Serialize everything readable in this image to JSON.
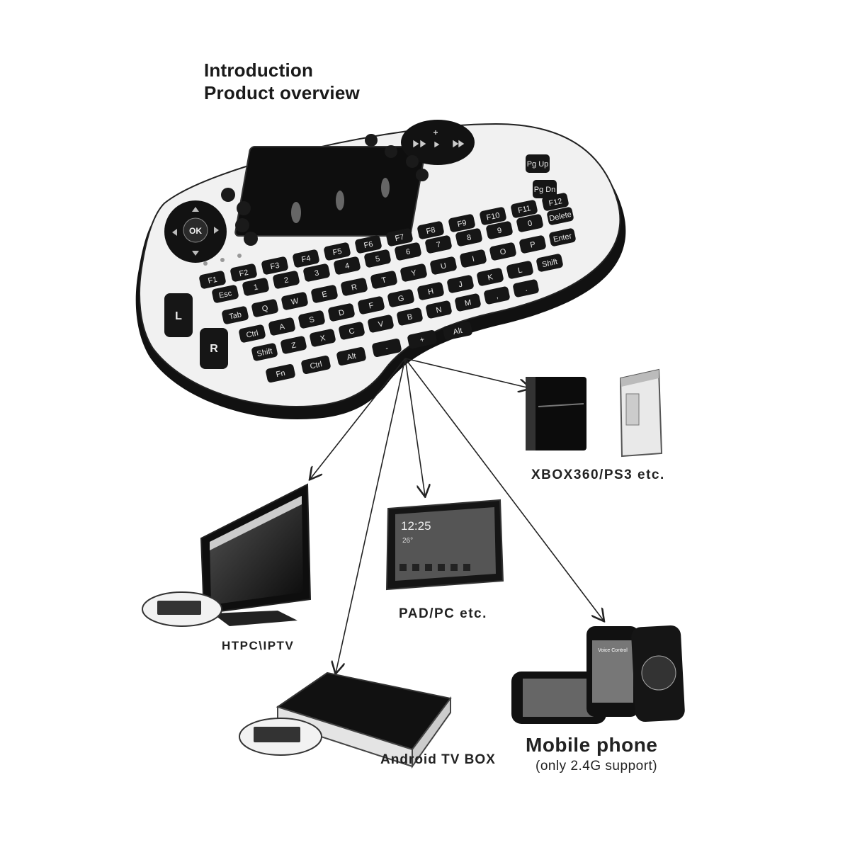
{
  "headings": {
    "introduction": "Introduction",
    "product_overview": "Product overview"
  },
  "devices": {
    "console": {
      "caption": "XBOX360/PS3 etc."
    },
    "htpc": {
      "caption": "HTPC\\IPTV"
    },
    "pad": {
      "caption": "PAD/PC etc.",
      "screen_time": "12:25",
      "screen_temp": "26°"
    },
    "tvbox": {
      "caption": "Android TV BOX"
    },
    "mobile": {
      "caption": "Mobile phone",
      "note": "(only 2.4G support)",
      "phone_app": "Voice Control"
    }
  },
  "keyboard": {
    "side_keys": [
      "L",
      "R"
    ],
    "ok_label": "OK",
    "row_labels": {
      "row1": [
        "F1",
        "F2",
        "F3",
        "F4",
        "F5",
        "F6",
        "F7",
        "F8",
        "F9",
        "F10",
        "F11",
        "F12"
      ],
      "row2": [
        "Esc",
        "1",
        "2",
        "3",
        "4",
        "5",
        "6",
        "7",
        "8",
        "9",
        "0",
        "Delete"
      ],
      "row3": [
        "Tab",
        "Q",
        "W",
        "E",
        "R",
        "T",
        "Y",
        "U",
        "I",
        "O",
        "P",
        "Enter"
      ],
      "row4": [
        "Ctrl",
        "A",
        "S",
        "D",
        "F",
        "G",
        "H",
        "J",
        "K",
        "L",
        "Shift"
      ],
      "row5": [
        "Shift",
        "Z",
        "X",
        "C",
        "V",
        "B",
        "N",
        "M",
        ",",
        "."
      ],
      "row6": [
        "Fn",
        "Ctrl",
        "Alt",
        "-",
        "+",
        "Alt"
      ]
    },
    "page_keys": [
      "Pg Up",
      "Pg Dn"
    ]
  },
  "colors": {
    "ink": "#1a1a1a",
    "body": "#f2f2f2",
    "key": "#161616"
  }
}
